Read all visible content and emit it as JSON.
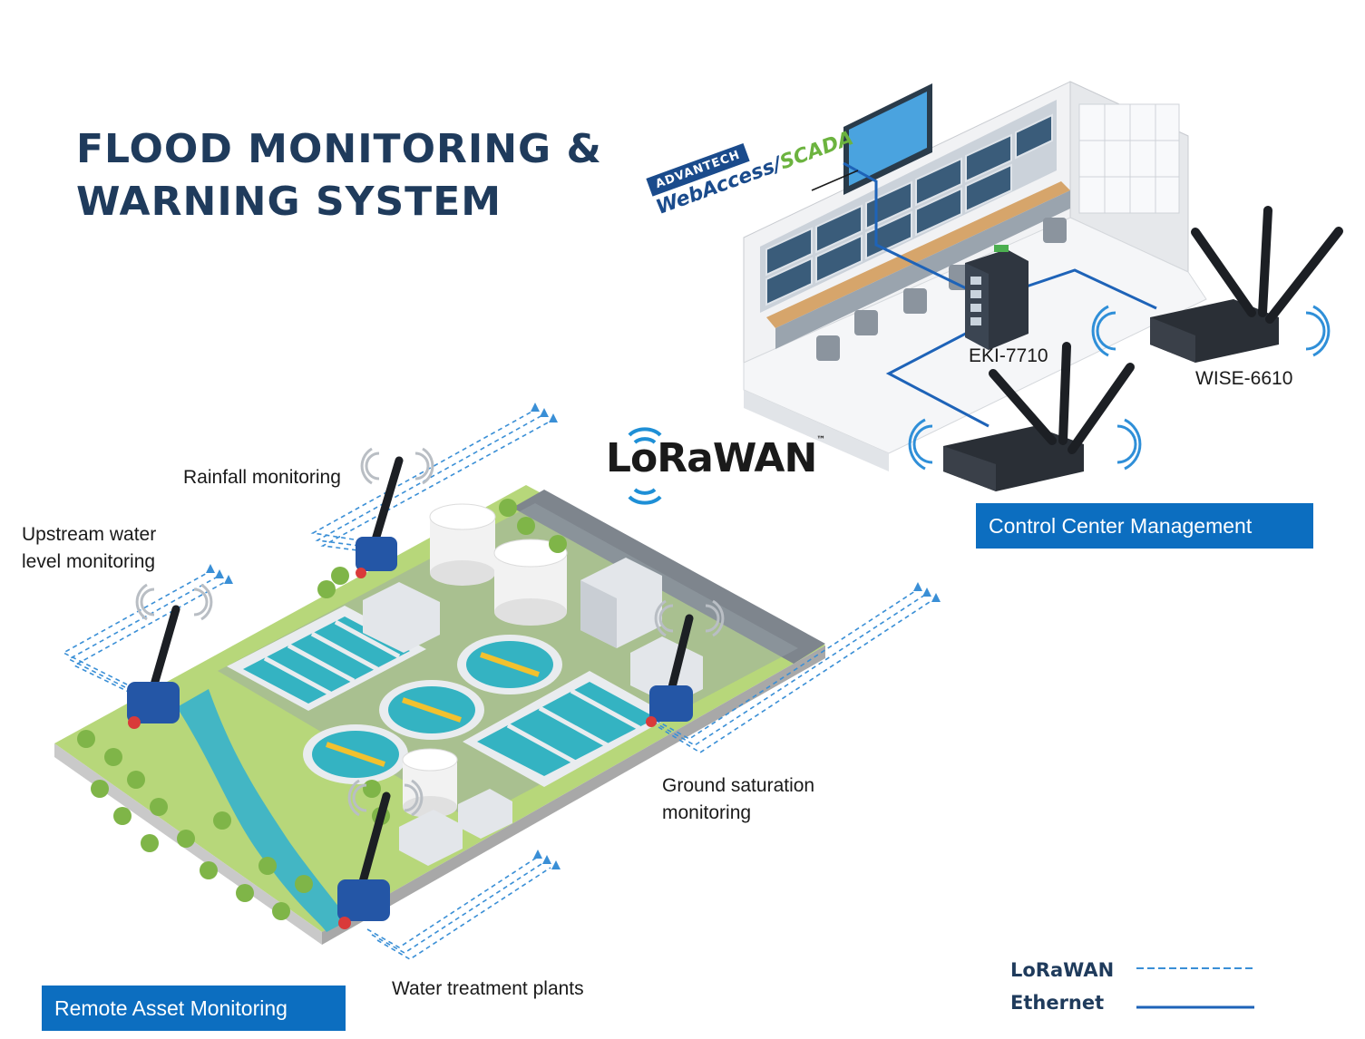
{
  "title": {
    "line1": "FLOOD MONITORING &",
    "line2": "WARNING SYSTEM"
  },
  "logos": {
    "lorawan_prefix": "LoRa",
    "lorawan_suffix": "WAN",
    "lorawan_tm": "™",
    "scada_brand": "ADVANTECH",
    "scada_product_part1": "WebAccess/",
    "scada_product_part2": "SCADA"
  },
  "devices": {
    "switch": "EKI-7710",
    "gateway": "WISE-6610"
  },
  "sensor_labels": {
    "rainfall": "Rainfall monitoring",
    "upstream_line1": "Upstream water",
    "upstream_line2": "level monitoring",
    "ground_line1": "Ground saturation",
    "ground_line2": "monitoring",
    "treatment": "Water treatment plants"
  },
  "sections": {
    "control_center": "Control Center Management",
    "remote_asset": "Remote Asset Monitoring"
  },
  "legend": {
    "lorawan": "LoRaWAN",
    "ethernet": "Ethernet"
  },
  "colors": {
    "title": "#1f3b5c",
    "box": "#0c6ec0",
    "ethernet_line": "#1e63b8",
    "lorawan_line": "#3a8fd6",
    "water": "#43b6c4",
    "grass": "#9ccc65",
    "sensor_body": "#2456a6"
  }
}
